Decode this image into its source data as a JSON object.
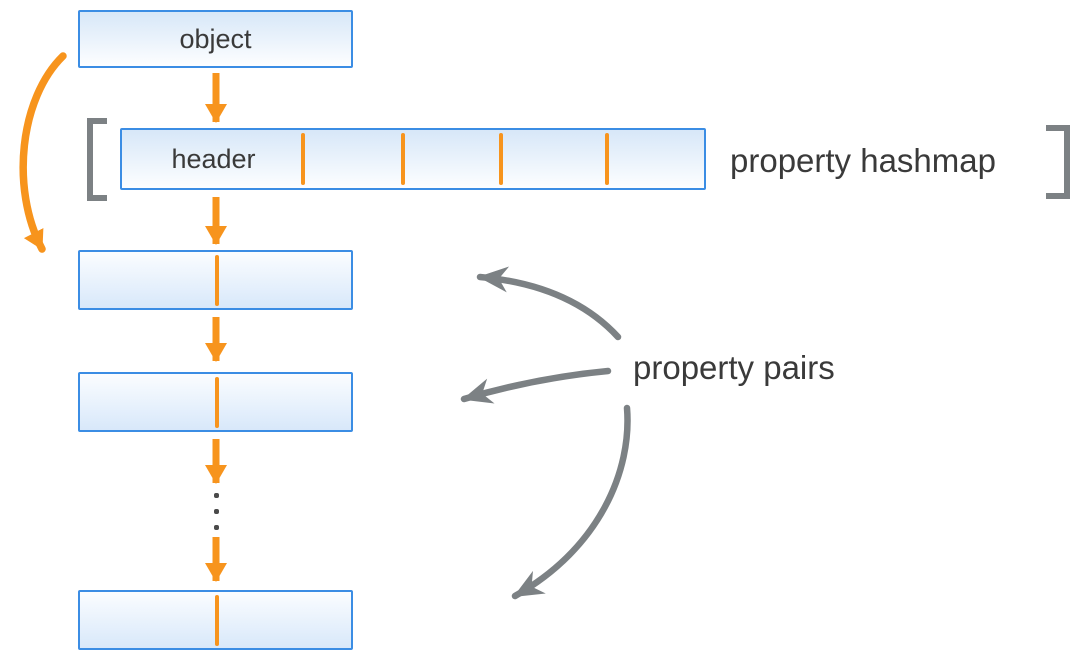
{
  "diagram": {
    "object_box": {
      "label": "object"
    },
    "hashmap": {
      "header_label": "header",
      "caption": "property hashmap",
      "slot_divider_count": 4
    },
    "pairs": {
      "caption": "property pairs",
      "visible_pair_boxes": 3,
      "ellipsis": "⋮"
    }
  },
  "colors": {
    "accent_orange": "#F7941D",
    "arrow_gray": "#7C8184",
    "box_border_blue": "#3B8DE4",
    "box_fill_blue": "#D8E8FA",
    "box_fill_white": "#FCFEFF",
    "text": "#3A3A3A"
  }
}
